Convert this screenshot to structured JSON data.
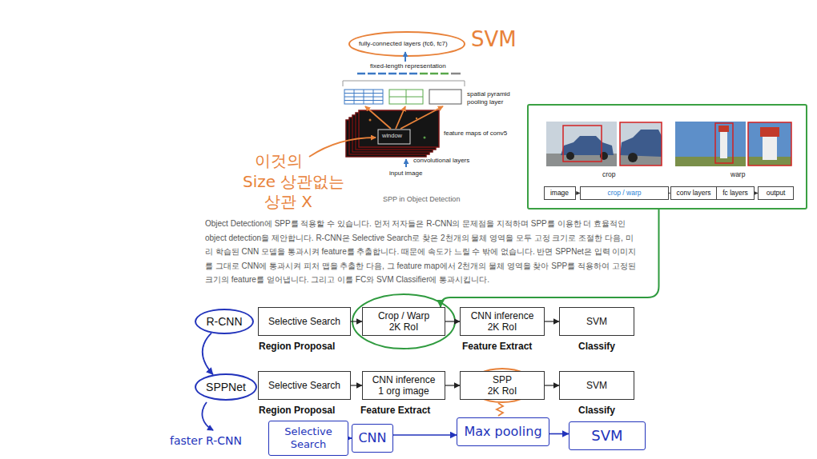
{
  "diagram": {
    "nodes": [
      {
        "text": [
          "crop",
          "warp"
        ]
      },
      {
        "text": [
          "image"
        ],
        "in": 0
      },
      {
        "text": [
          "crop / warp"
        ],
        "in": 0
      },
      {
        "text": [
          "conv layers"
        ],
        "in": 0
      },
      {
        "text": [
          "fc layers"
        ],
        "in": 0
      },
      {
        "text": [
          "output"
        ],
        "in": 0
      },
      {
        "text": [
          "R-CNN"
        ]
      },
      {
        "text": [
          "Selective Search"
        ]
      },
      {
        "text": [
          "Crop / Warp",
          "2K RoI"
        ]
      },
      {
        "text": [
          "CNN inference",
          "2K RoI"
        ]
      },
      {
        "text": [
          "SVM"
        ]
      },
      {
        "text": [
          "SPPNet"
        ]
      },
      {
        "text": [
          "Selective Search"
        ]
      },
      {
        "text": [
          "CNN inference",
          "1 org image"
        ]
      },
      {
        "text": [
          "SPP",
          "2K RoI"
        ]
      },
      {
        "text": [
          "SVM"
        ]
      },
      {
        "text": [
          "Selective Search"
        ]
      },
      {
        "text": [
          "CNN"
        ]
      },
      {
        "text": [
          "Max pooling"
        ]
      },
      {
        "text": [
          "SVM"
        ]
      }
    ],
    "edges": [
      {
        "from": 1,
        "to": 2,
        "arrow": "to"
      },
      {
        "from": 2,
        "to": 3,
        "arrow": "to"
      },
      {
        "from": 3,
        "to": 4,
        "arrow": "to"
      },
      {
        "from": 4,
        "to": 5,
        "arrow": "to"
      },
      {
        "from": 7,
        "to": 8,
        "arrow": "to"
      },
      {
        "from": 8,
        "to": 9,
        "arrow": "to"
      },
      {
        "from": 9,
        "to": 10,
        "arrow": "to"
      },
      {
        "from": 12,
        "to": 13,
        "arrow": "to"
      },
      {
        "from": 13,
        "to": 14,
        "arrow": "to"
      },
      {
        "from": 14,
        "to": 15,
        "arrow": "to"
      },
      {
        "from": 16,
        "to": 17,
        "arrow": "to"
      },
      {
        "from": 17,
        "to": 18,
        "arrow": "to"
      },
      {
        "from": 18,
        "to": 19,
        "arrow": "to"
      },
      {
        "from": 6,
        "to": 11,
        "arrow": "to"
      },
      {
        "from": 0,
        "to": 8,
        "arrow": "to"
      }
    ],
    "labels": [
      "fully-connected layers (fc6, fc7)",
      "fixed-length representation",
      "spatial pyramid pooling layer",
      "window",
      "feature maps of conv5",
      "convolutional layers",
      "input image",
      "SPP in Object Detection",
      "SVM",
      "이것의",
      "Size 상관없는",
      "상관 X",
      "Object Detection에 SPP를 적용할 수 있습니다. 먼저 저자들은 R-CNN의 문제점을 지적하며 SPP를 이용한 더 효율적인 object detection을 제안합니다. R-CNN은 Selective Search로 찾은 2천개의 물체 영역을 모두 고정 크기로 조절한 다음, 미리 학습된 CNN 모델을 통과시켜 feature를 추출합니다. 때문에 속도가 느릴 수 밖에 없습니다. 반면 SPPNet은 입력 이미지를 그대로 CNN에 통과시켜 피처 맵을 추출한 다음, 그 feature map에서 2천개의 물체 영역을 찾아 SPP를 적용하여 고정된 크기의 feature를 얻어냅니다. 그리고 이를 FC와 SVM Classifier에 통과시킵니다.",
      "Region Proposal",
      "Feature Extract",
      "Classify",
      "Region Proposal",
      "Feature Extract",
      "Classify",
      "faster R-CNN"
    ]
  }
}
